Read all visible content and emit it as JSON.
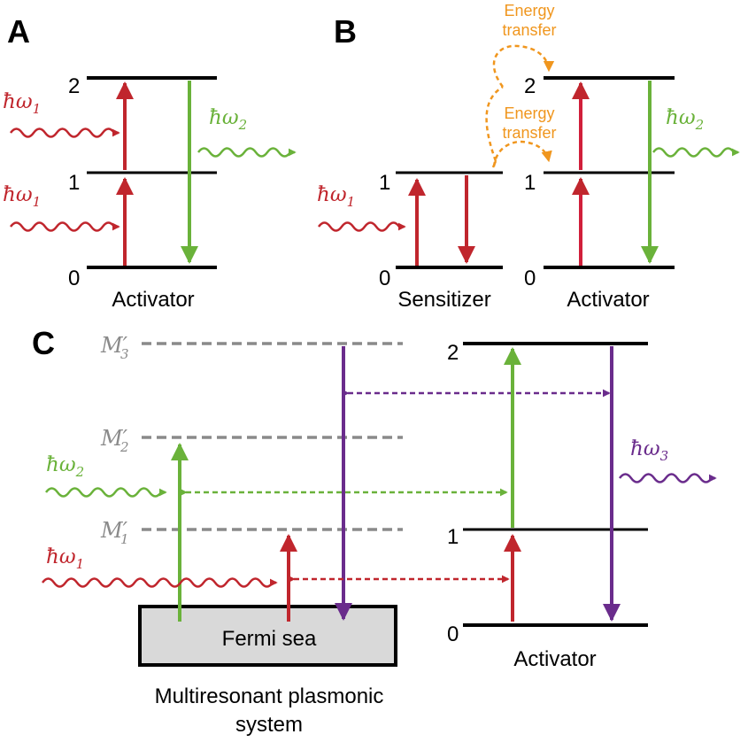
{
  "colors": {
    "red": "#c0262d",
    "green": "#6ab23a",
    "purple": "#6a2c8c",
    "orange": "#f0961e",
    "gray": "#8a8a8a",
    "black": "#000000",
    "fermi_fill": "#d9d9d9"
  },
  "panels": {
    "A": {
      "label": "A",
      "levels": [
        "2",
        "1",
        "0"
      ],
      "caption": "Activator",
      "photon_in": "ħω",
      "photon_in_sub": "1",
      "photon_out": "ħω",
      "photon_out_sub": "2"
    },
    "B": {
      "label": "B",
      "sensitizer_levels": [
        "1",
        "0"
      ],
      "activator_levels": [
        "2",
        "1",
        "0"
      ],
      "sensitizer_caption": "Sensitizer",
      "activator_caption": "Activator",
      "energy_transfer_line1": "Energy",
      "energy_transfer_line2": "transfer",
      "photon_in": "ħω",
      "photon_in_sub": "1",
      "photon_out": "ħω",
      "photon_out_sub": "2"
    },
    "C": {
      "label": "C",
      "modes": [
        {
          "base": "M′",
          "sub": "3"
        },
        {
          "base": "M′",
          "sub": "2"
        },
        {
          "base": "M′",
          "sub": "1"
        }
      ],
      "fermi_sea": "Fermi sea",
      "system_caption_line1": "Multiresonant plasmonic",
      "system_caption_line2": "system",
      "activator_levels": [
        "2",
        "1",
        "0"
      ],
      "activator_caption": "Activator",
      "photon_1": "ħω",
      "photon_1_sub": "1",
      "photon_2": "ħω",
      "photon_2_sub": "2",
      "photon_3": "ħω",
      "photon_3_sub": "3"
    }
  }
}
